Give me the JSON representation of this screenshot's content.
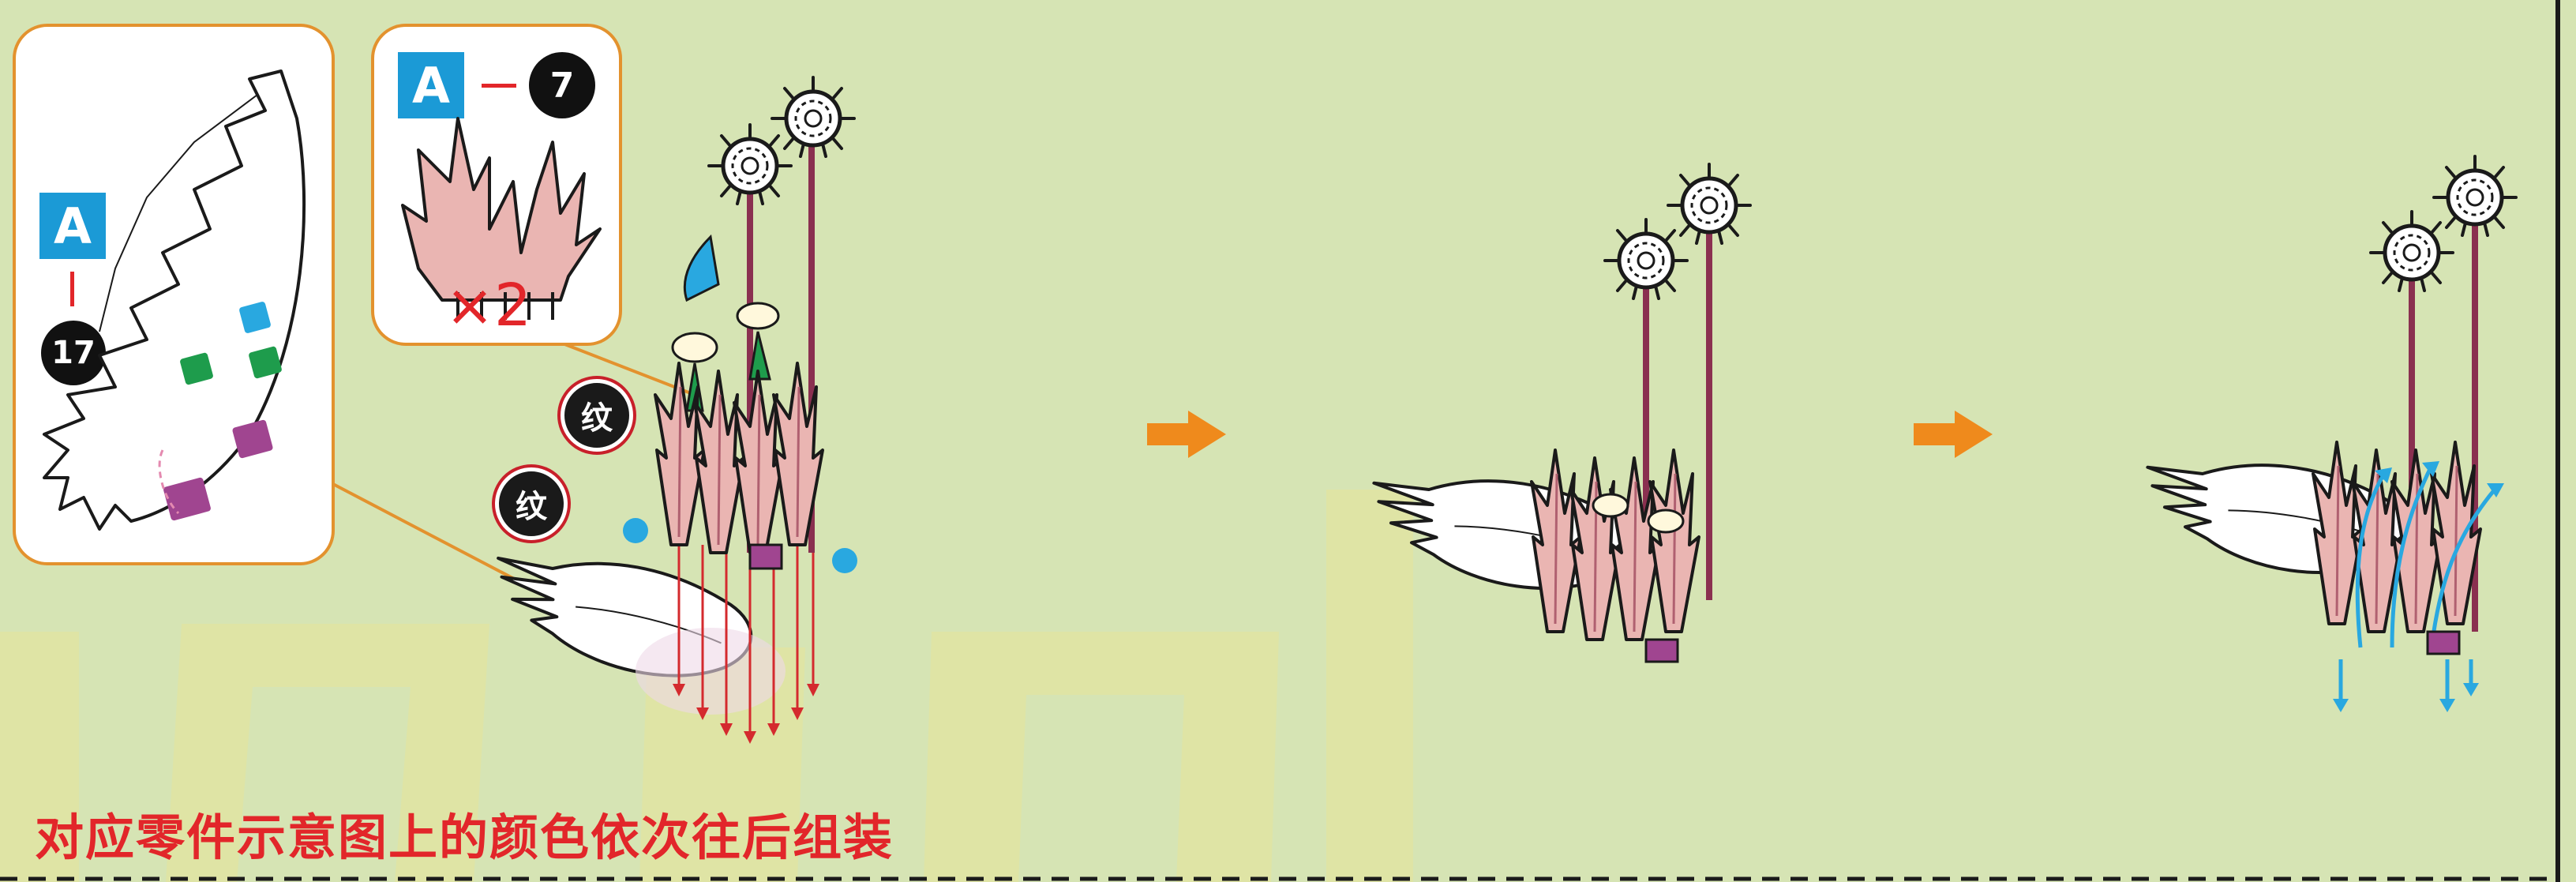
{
  "callout_left": {
    "part_letter": "A",
    "part_number": "17"
  },
  "callout_right": {
    "part_letter": "A",
    "part_number": "7",
    "quantity": "×2"
  },
  "texture_label": "纹",
  "caption": "对应零件示意图上的颜色依次往后组装",
  "colors": {
    "background": "#d6e4b4",
    "accent_orange": "#e3922e",
    "badge_blue": "#1b9ad6",
    "caption_red": "#e2262a",
    "leaf_pink": "#eab5b2",
    "peg_blue": "#29a8e0",
    "peg_green": "#1e9c4c",
    "peg_purple": "#a04590"
  },
  "icons": [
    "arrow-right-icon",
    "flower-puff-icon",
    "leaf-spray-icon",
    "wing-base-icon"
  ]
}
